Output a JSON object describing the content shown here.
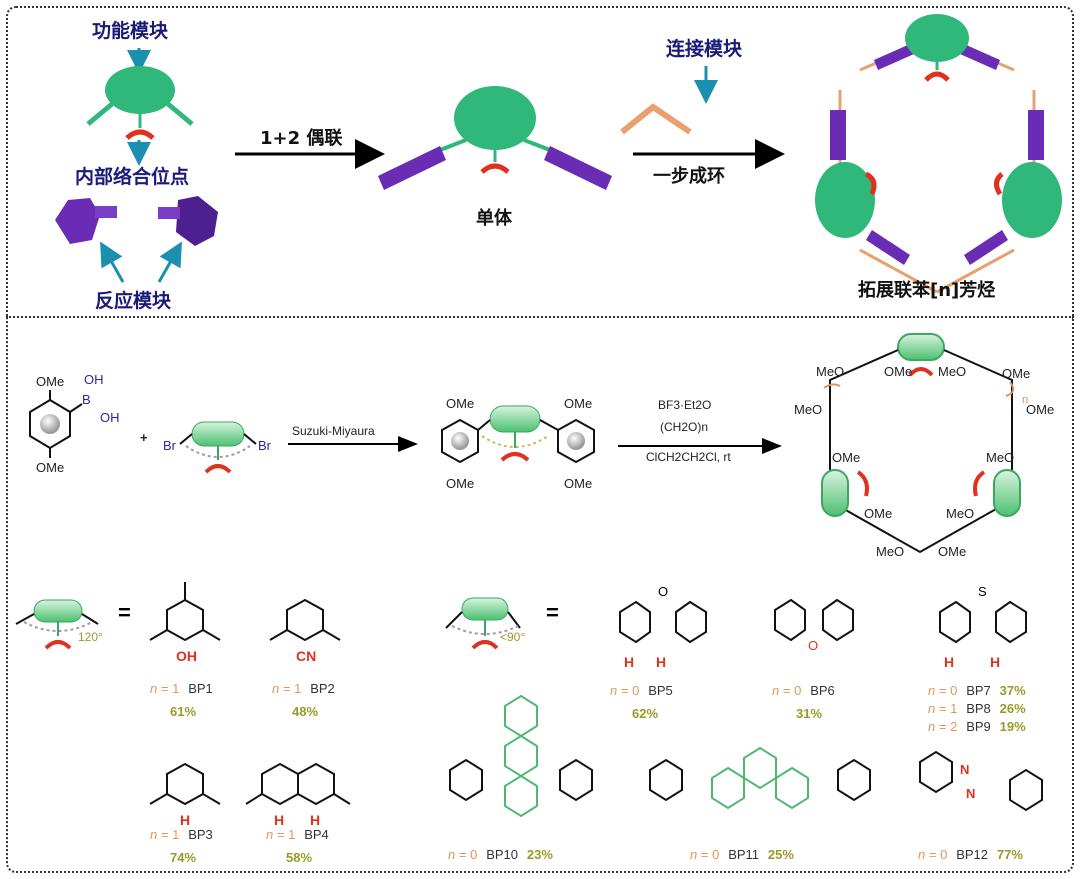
{
  "top": {
    "functional_module": "功能模块",
    "internal_binding_site": "内部络合位点",
    "reactive_module": "反应模块",
    "coupling_label": "1+2 偶联",
    "monomer": "单体",
    "linker_module": "连接模块",
    "one_step_cyclization": "一步成环",
    "product": "拓展联苯[n]芳烃"
  },
  "bottom": {
    "reagent1": {
      "top": "OMe",
      "bottom": "OMe",
      "b": "B",
      "oh1": "OH",
      "oh2": "OH"
    },
    "plus": "+",
    "reagent2": {
      "br_left": "Br",
      "br_right": "Br"
    },
    "step1": "Suzuki-Miyaura",
    "intermediate": {
      "ome": "OMe"
    },
    "step2": {
      "line1": "BF3·Et2O",
      "line2": "(CH2O)n",
      "line3": "ClCH2CH2Cl, rt"
    },
    "macrocycle": {
      "meo": "MeO",
      "ome": "OMe",
      "n": "n"
    },
    "angle_120": "120°",
    "angle_90": "<90°",
    "equals": "=",
    "compounds": [
      {
        "id": "BP1",
        "n": "1",
        "yield": "61%",
        "group": "OH"
      },
      {
        "id": "BP2",
        "n": "1",
        "yield": "48%",
        "group": "CN"
      },
      {
        "id": "BP3",
        "n": "1",
        "yield": "74%",
        "group": "H"
      },
      {
        "id": "BP4",
        "n": "1",
        "yield": "58%",
        "group": "H"
      },
      {
        "id": "BP5",
        "n": "0",
        "yield": "62%",
        "group": "H"
      },
      {
        "id": "BP6",
        "n": "0",
        "yield": "31%",
        "group": "O"
      },
      {
        "id": "BP7",
        "n": "0",
        "yield": "37%",
        "group": "H"
      },
      {
        "id": "BP8",
        "n": "1",
        "yield": "26%"
      },
      {
        "id": "BP9",
        "n": "2",
        "yield": "19%"
      },
      {
        "id": "BP10",
        "n": "0",
        "yield": "23%"
      },
      {
        "id": "BP11",
        "n": "0",
        "yield": "25%"
      },
      {
        "id": "BP12",
        "n": "0",
        "yield": "77%",
        "group": "N"
      }
    ],
    "hetero": {
      "O": "O",
      "S": "S",
      "H": "H",
      "N": "N"
    }
  },
  "colors": {
    "green": "#2fb87a",
    "purple": "#6a2bb5",
    "red": "#e03020",
    "orange": "#d9935a",
    "teal": "#1a8fb0",
    "navy": "#1a1a7a",
    "yield": "#9a9a2a"
  }
}
